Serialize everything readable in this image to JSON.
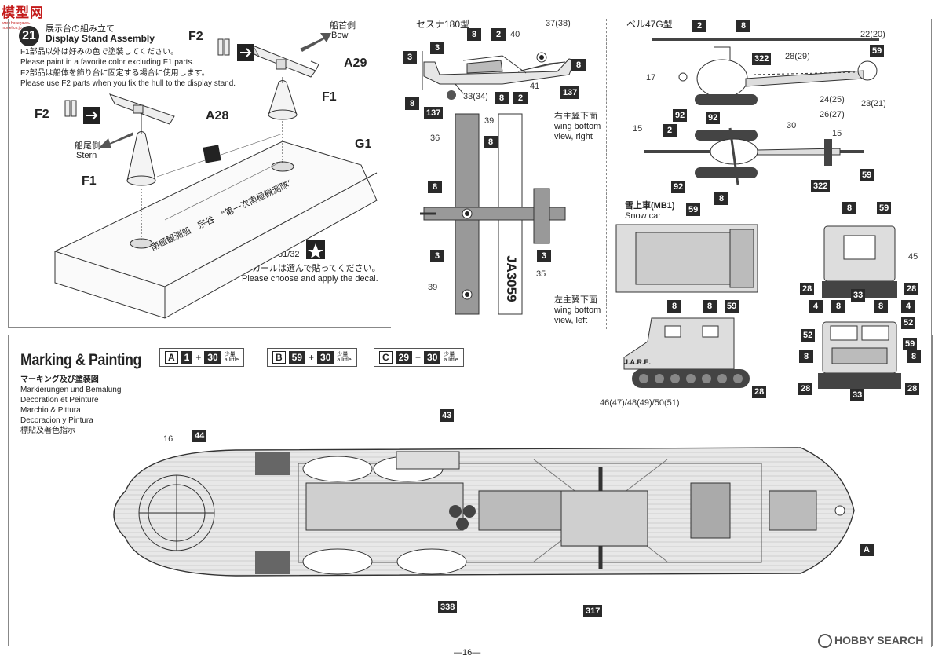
{
  "brand": {
    "logo_text": "模型网",
    "watermark": "www.hasegawa-model.co.jp"
  },
  "display_stand": {
    "step_number": "21",
    "title_jp": "展示台の組み立て",
    "title_en": "Display Stand Assembly",
    "note1_jp": "F1部品以外は好みの色で塗装してください。",
    "note1_en": "Please paint in a favorite color excluding F1 parts.",
    "note2_jp": "F2部品は船体を飾り台に固定する場合に使用します。",
    "note2_en": "Please use F2 parts when you fix the hull to the display stand.",
    "bow_jp": "船首側",
    "bow_en": "Bow",
    "stern_jp": "船尾側",
    "stern_en": "Stern",
    "parts": {
      "f2a": "F2",
      "f2b": "F2",
      "a29": "A29",
      "a28": "A28",
      "f1a": "F1",
      "f1b": "F1",
      "g1": "G1"
    },
    "decal_num": "31/32",
    "decal_jp": "デカールは選んで貼ってください。",
    "decal_en": "Please choose and apply the decal.",
    "plate_text": "南極観測船　宗谷　“第一次南極観測隊”"
  },
  "cessna": {
    "title": "セスナ180型",
    "callouts": {
      "c37": "37",
      "c38": "38",
      "c40": "40",
      "c41": "41",
      "c33": "33",
      "c34": "34",
      "c39": "39",
      "c36": "36",
      "c35": "35",
      "c39b": "39"
    },
    "badges": {
      "b8a": "8",
      "b2a": "2",
      "b3a": "3",
      "b3b": "3",
      "b8b": "8",
      "b8c": "8",
      "b137a": "137",
      "b8d": "8",
      "b2b": "2",
      "b137b": "137",
      "b8e": "8",
      "b8f": "8",
      "b3c": "3",
      "b3d": "3"
    },
    "wing_right_jp": "右主翼下面",
    "wing_right_en1": "wing bottom",
    "wing_right_en2": "view, right",
    "wing_left_jp": "左主翼下面",
    "wing_left_en1": "wing bottom",
    "wing_left_en2": "view, left",
    "registration": "JA3059"
  },
  "bell": {
    "title": "ベル47G型",
    "callouts": {
      "c22": "22",
      "c20": "20",
      "c28": "28",
      "c29": "29",
      "c17": "17",
      "c24": "24",
      "c25": "25",
      "c26": "26",
      "c27": "27",
      "c23": "23",
      "c21": "21",
      "c15a": "15",
      "c30": "30",
      "c15b": "15"
    },
    "badges": {
      "b2a": "2",
      "b8a": "8",
      "b59a": "59",
      "b322a": "322",
      "b92a": "92",
      "b92b": "92",
      "b2b": "2",
      "b59b": "59",
      "b92c": "92",
      "b8b": "8",
      "b322b": "322"
    }
  },
  "snowcar": {
    "title_jp": "雪上車",
    "title_code": "(MB1)",
    "title_en": "Snow car",
    "jare": "J.A.R.E.",
    "callout_45": "45",
    "callout_bottom": "46(47)/48(49)/50(51)",
    "badges": {
      "b59a": "59",
      "b8a": "8",
      "b59b": "59",
      "b28a": "28",
      "b33a": "33",
      "b28b": "28",
      "b8b": "8",
      "b8c": "8",
      "b59c": "59",
      "b28c": "28",
      "b4a": "4",
      "b8d": "8",
      "b8e": "8",
      "b4b": "4",
      "b52a": "52",
      "b52b": "52",
      "b59d": "59",
      "b8f": "8",
      "b8g": "8",
      "b28d": "28",
      "b33b": "33",
      "b28e": "28"
    }
  },
  "marking": {
    "title": "Marking & Painting",
    "subtitles": [
      "マーキング及び塗装図",
      "Markierungen und Bemalung",
      "Decoration et Peinture",
      "Marchio & Pittura",
      "Decoracion y Pintura",
      "標貼及著色指示"
    ],
    "legend": [
      {
        "letter": "A",
        "base": "1",
        "mix": "30",
        "note_jp": "少量",
        "note_en": "a little"
      },
      {
        "letter": "B",
        "base": "59",
        "mix": "30",
        "note_jp": "少量",
        "note_en": "a little"
      },
      {
        "letter": "C",
        "base": "29",
        "mix": "30",
        "note_jp": "少量",
        "note_en": "a little"
      }
    ],
    "ship_callouts": {
      "c16": "16",
      "b44": "44",
      "b43": "43",
      "bA": "A",
      "b338": "338",
      "b317": "317"
    }
  },
  "footer": {
    "page": "16",
    "hobby_search": "HOBBY SEARCH"
  }
}
